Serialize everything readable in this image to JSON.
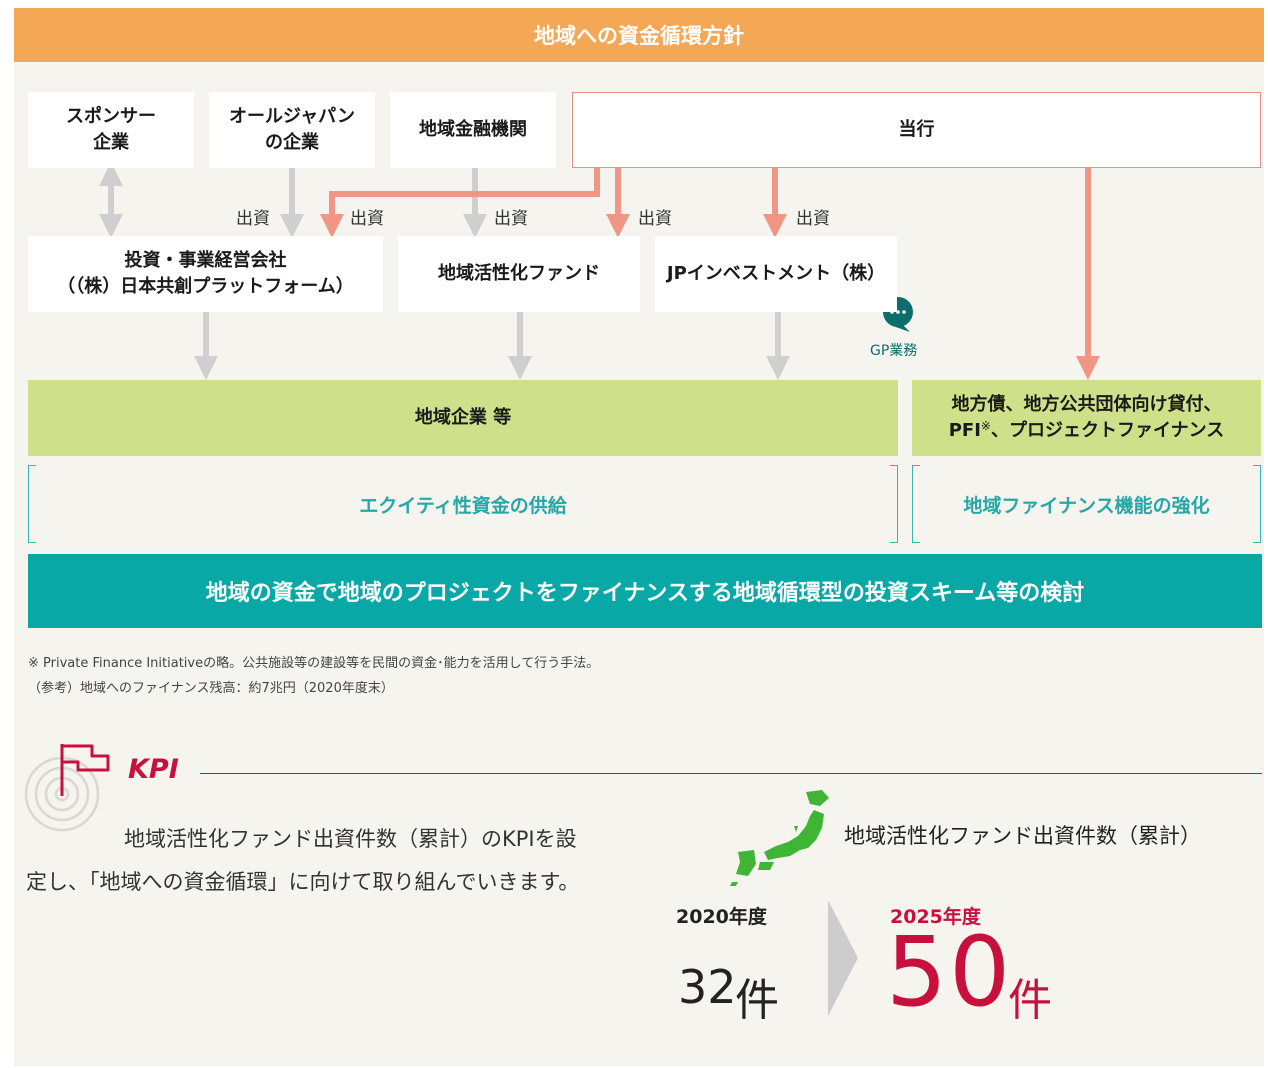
{
  "header": {
    "title": "地域への資金循環方針"
  },
  "top_boxes": {
    "sponsor": "スポンサー\n企業",
    "all_japan": "オールジャパン\nの企業",
    "regional_fi": "地域金融機関",
    "bank": "当行"
  },
  "mid_boxes": {
    "investment_company": "投資・事業経営会社\n（（株）日本共創プラットフォーム）",
    "revitalization_fund": "地域活性化ファンド",
    "jp_investment": "JPインベストメント（株）"
  },
  "investment_label": "出資",
  "gp_label": "GP業務",
  "targets": {
    "regional_companies": "地域企業 等",
    "public_finance_line1": "地方債、地方公共団体向け貸付、",
    "public_finance_line2_pre": "PFI",
    "public_finance_mark": "※",
    "public_finance_line2_post": "、プロジェクトファイナンス"
  },
  "outcomes": {
    "equity_supply": "エクイティ性資金の供給",
    "finance_strengthening": "地域ファイナンス機能の強化"
  },
  "banner": "地域の資金で地域のプロジェクトをファイナンスする地域循環型の投資スキーム等の検討",
  "notes": [
    "※ Private Finance Initiativeの略。公共施設等の建設等を民間の資金･能力を活用して行う手法。",
    "（参考）地域へのファイナンス残高：約7兆円（2020年度末）"
  ],
  "kpi": {
    "title": "KPI",
    "text_line1": "地域活性化ファンド出資件数（累計）のKPIを設",
    "text_line2": "定し、「地域への資金循環」に向けて取り組んでいきます。",
    "metric_label": "地域活性化ファンド出資件数（累計）",
    "from_year": "2020年度",
    "from_value": "32",
    "to_year": "2025年度",
    "to_value": "50",
    "unit": "件"
  },
  "colors": {
    "header": "#f4a755",
    "bank_border": "#e8908a",
    "bank_arrow": "#ef9784",
    "gray_arrow": "#cfcfcf",
    "green": "#cfe08a",
    "teal": "#08a8a6",
    "kpi_red": "#c8103e",
    "map_green": "#3fb535"
  }
}
